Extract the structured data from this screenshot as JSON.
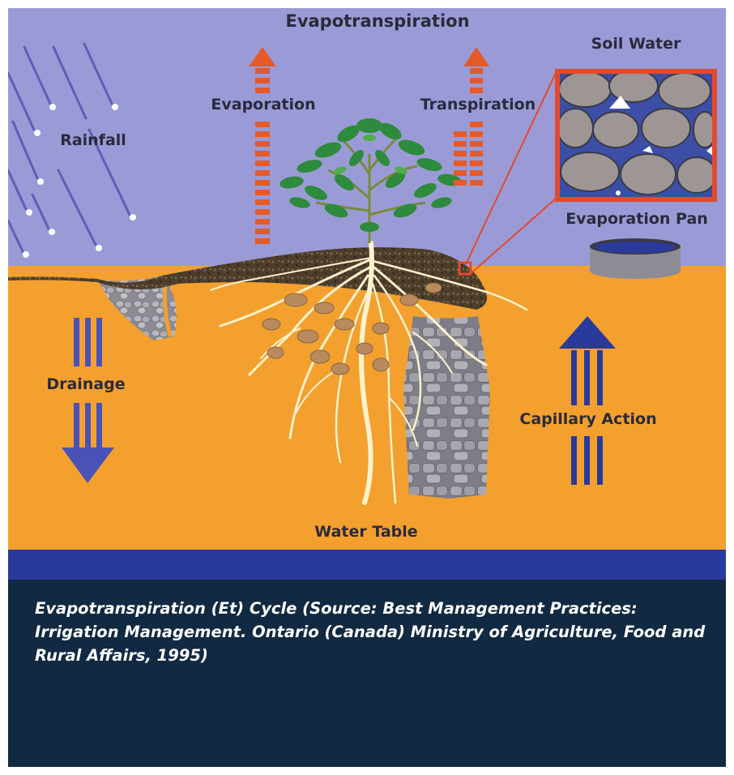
{
  "labels": {
    "evapotranspiration": "Evapotranspiration",
    "evaporation": "Evaporation",
    "transpiration": "Transpiration",
    "soil_water": "Soil Water",
    "rainfall": "Rainfall",
    "evaporation_pan": "Evaporation Pan",
    "drainage": "Drainage",
    "capillary_action": "Capillary Action",
    "water_table": "Water Table"
  },
  "caption": "Evapotranspiration (Et) Cycle (Source: Best Management Practices: Irrigation Management. Ontario (Canada)   Ministry of Agriculture, Food and Rural Affairs, 1995)",
  "colors": {
    "sky": "#9a9bd6",
    "soil": "#f3a02e",
    "water_table": "#2a3a9c",
    "caption_background": "#112941",
    "arrow_evaporation": "#e65a2a",
    "arrow_drainage": "#4a52b8",
    "highlight_box": "#e24a2e",
    "foliage": "#2e8a3c",
    "roots": "#fff2cc"
  }
}
